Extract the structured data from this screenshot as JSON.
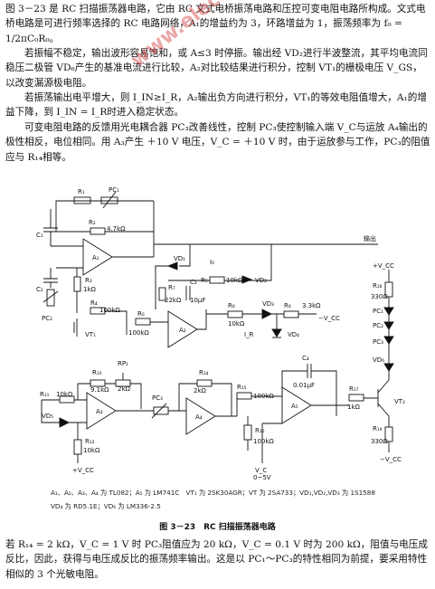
{
  "text": {
    "p1": "图 3－23 是 RC 扫描振荡器电路，它由 RC 文式电桥振荡电路和压控可变电阻电路所构成。文式电桥电路是可进行频率选择的 RC 电路网络，A₁的增益约为 3，环路增益为 1，振荡频率为 f₀ = 1/2πC₀R₀。",
    "p2": "若振幅不稳定，输出波形容易饱和，或 A≤3 时停振。输出经 VD₂进行半波整流，其平均电流同稳压二极管 VD₆产生的基准电流进行比较，A₂对比较结果进行积分，控制 VT₁的栅极电压 V_GS，以改变漏源极电阻。",
    "p3": "若振荡输出电平增大，则 I_IN≥I_R，A₂输出负方向进行积分，VT₁的等效电阻值增大，A₁的增益下降，到 I_IN = I_R时进入稳定状态。",
    "p4": "可变电阻电路的反馈用光电耦合器 PC₃改善线性，控制 PC₃使控制输入端 V_C与运放 A₄输出的极性相反，电位相同。用 A₃产生 ＋10 V 电压，V_C = ＋10 V 时，由于运放参与工作，PC₃的阻值应与 R₁₄相等。",
    "p5": "若 R₁₄ = 2 kΩ，V_C = 1 V 时 PC₃阻值应为 20 kΩ，V_C = 0.1 V 时为 200 kΩ，阻值与电压成反比，因此，获得与电压成反比的振荡频率输出。这是以 PC₁～PC₃的特性相同为前提，要采用特性相似的 3 个光敏电阻。"
  },
  "caption": "图 3－23　RC 扫描振荡器电路",
  "notes": {
    "n1": "A₁、A₂、A₃、A₄ 为 TL082；A₅ 为 LM741C　VT₁ 为 2SK30AGR；VT 为 2SA733；VD₁,VD₂,VD₃ 为 1S1588",
    "n2": "VD₄ 为 RD5.1E；VD₆ 为 LM336-2.5"
  },
  "watermark": "www.elecfans.com",
  "labels": {
    "r1": "R₁",
    "pc1": "PC₁",
    "r2": "R₂",
    "r2v": "4.7kΩ",
    "c1": "C₁",
    "c2": "C₂",
    "pc2": "PC₂",
    "r3": "R₃",
    "r3v": "1kΩ",
    "r4": "R₄",
    "r4v": "100kΩ",
    "vt1": "VT₁",
    "a1": "A₁",
    "out": "输出",
    "vd1": "VD₁",
    "io": "I₀",
    "r5": "R₅",
    "r5v": "10kΩ",
    "vd2": "VD₂",
    "r7": "R₇",
    "r7v": "22kΩ",
    "c3": "C₃",
    "c3v": "10μF",
    "r6": "R₆",
    "r6v": "100kΩ",
    "a2": "A₂",
    "r8": "R₈",
    "r8v": "10kΩ",
    "vd3": "VD₃",
    "r9": "R₉",
    "r9v": "3.3kΩ",
    "vcc_neg": "−V_CC",
    "ir": "I_R",
    "vd4": "VD₄",
    "vcc_pos": "+V_CC",
    "r18": "R₁₈",
    "r18v": "330Ω",
    "pc1b": "PC₁",
    "pc2b": "PC₂",
    "pc3b": "PC₃",
    "vd6": "VD₆",
    "r10": "R₁₀",
    "r10v": "9.1kΩ",
    "rp1": "RP₁",
    "rp1v": "2kΩ",
    "r11": "R₁₁",
    "r11v": "10kΩ",
    "vd5": "VD₅",
    "a3": "A₃",
    "r12": "R₁₂",
    "r12v": "10kΩ",
    "vcc3": "+V_CC",
    "pc3": "PC₃",
    "r14": "R₁₄",
    "r14v": "2kΩ",
    "a4": "A₄",
    "r15": "R₁₅",
    "r15v": "100kΩ",
    "r16": "R₁₆",
    "r16v": "100kΩ",
    "c4": "C₄",
    "c4v": "0.01μF",
    "a5": "A₅",
    "vc": "V_C",
    "vcr": "0~5V",
    "r17": "R₁₇",
    "r17v": "1kΩ",
    "vt2": "VT₂",
    "r19": "R₁₉",
    "r19v": "330Ω",
    "vcc_neg2": "−V_CC"
  }
}
